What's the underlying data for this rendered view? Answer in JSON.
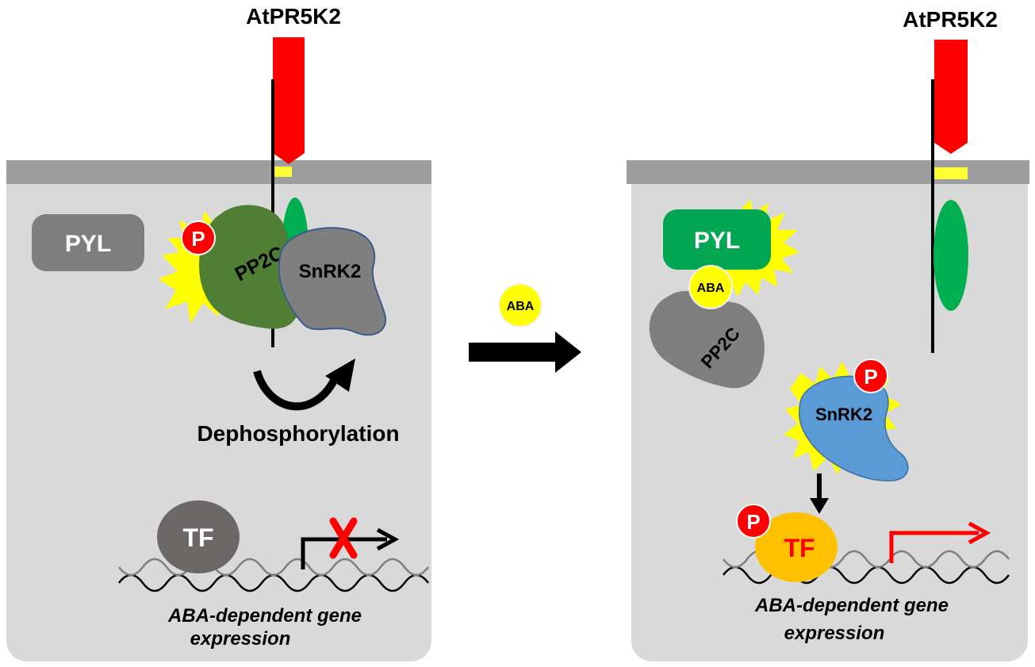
{
  "colors": {
    "cell": "#d9d9d9",
    "membrane": "#9e9e9e",
    "receptor": "#ff0000",
    "pp2c_bound": "#4f7f35",
    "pp2c_free": "#7f7f7f",
    "snrk2_bound": "#7f7f7f",
    "snrk2_active": "#5b9bd5",
    "pyl_inactive": "#7f7f7f",
    "pyl_active": "#00a651",
    "phospho": "#ff0000",
    "aba": "#ffff00",
    "tf_inactive": "#6d6868",
    "tf_active": "#ffc000",
    "burst": "#ffff00",
    "kinase_domain": "#00b050",
    "arrow_on": "#ff0000"
  },
  "left_panel": {
    "receptor_label": "AtPR5K2",
    "pyl_label": "PYL",
    "phospho_label": "P",
    "pp2c_label": "PP2C",
    "snrk2_label": "SnRK2",
    "process_label": "Dephosphorylation",
    "tf_label": "TF",
    "caption_line1": "ABA-dependent gene",
    "caption_line2": "expression"
  },
  "transition": {
    "aba_label": "ABA"
  },
  "right_panel": {
    "receptor_label": "AtPR5K2",
    "pyl_label": "PYL",
    "aba_label": "ABA",
    "pp2c_label": "PP2C",
    "snrk2_label": "SnRK2",
    "snrk2_phospho_label": "P",
    "tf_phospho_label": "P",
    "tf_label": "TF",
    "caption_line1": "ABA-dependent gene",
    "caption_line2": "expression"
  }
}
